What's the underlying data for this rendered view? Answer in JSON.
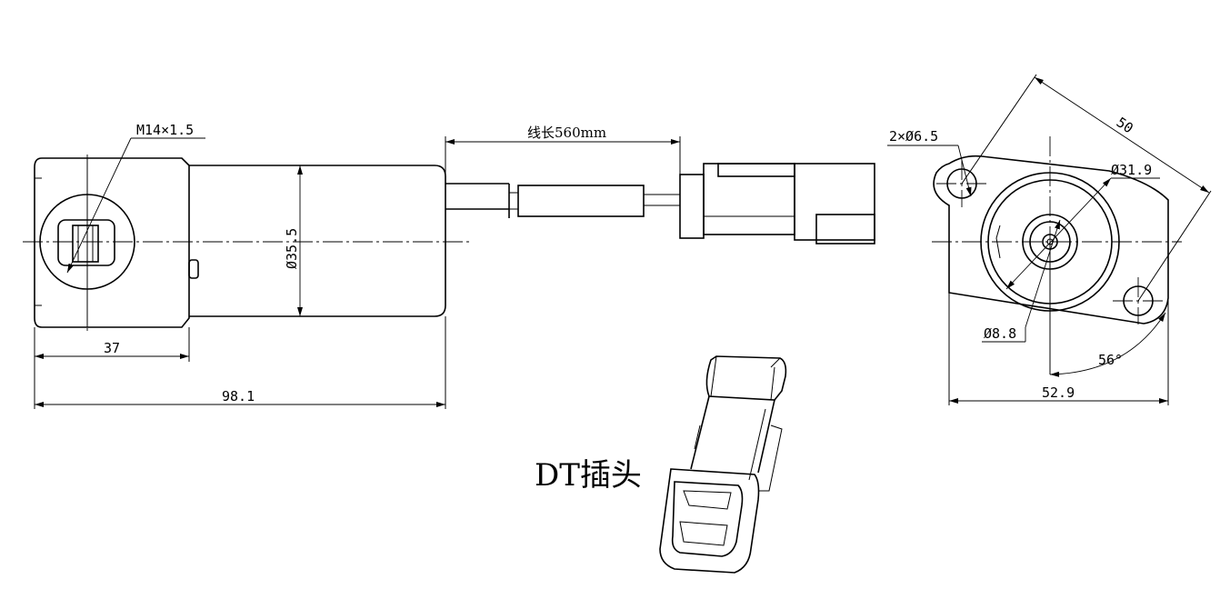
{
  "labels": {
    "thread": "M14×1.5",
    "cable_length": "线长560mm",
    "body_diameter": "Ø35.5",
    "length_37": "37",
    "length_total": "98.1",
    "holes": "2×Ø6.5",
    "hole_distance": "50",
    "flange_diameter": "Ø31.9",
    "shaft_diameter": "Ø8.8",
    "angle": "56°",
    "width": "52.9",
    "connector": "DT插头"
  }
}
